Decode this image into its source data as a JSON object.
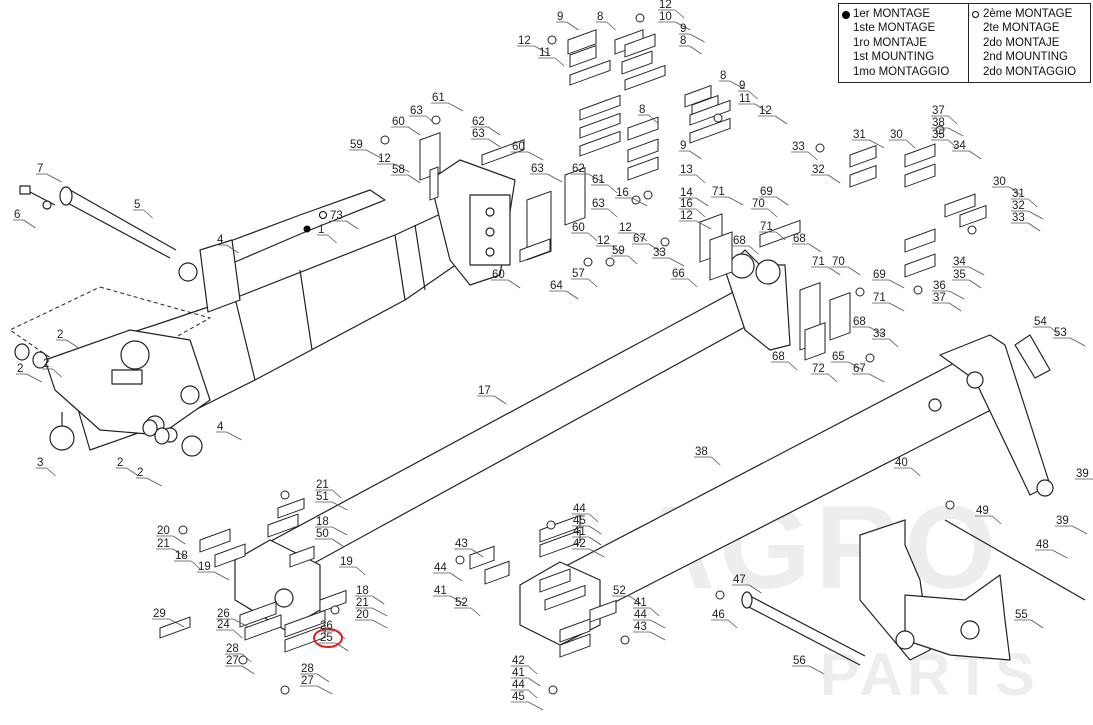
{
  "legend": {
    "first": [
      "1er MONTAGE",
      "1ste MONTAGE",
      "1ro MONTAJE",
      "1st MOUNTING",
      "1mo MONTAGGIO"
    ],
    "second": [
      "2ème MONTAGE",
      "2te MONTAGE",
      "2do MONTAJE",
      "2nd MOUNTING",
      "2do MONTAGGIO"
    ]
  },
  "watermark": {
    "line1": "AGRO",
    "line2": "PARTS"
  },
  "highlight_color": "#e02020",
  "highlighted_part": "25",
  "callouts": [
    {
      "id": "p1",
      "label": "1"
    },
    {
      "id": "p2a",
      "label": "2"
    },
    {
      "id": "p2b",
      "label": "2"
    },
    {
      "id": "p2c",
      "label": "2"
    },
    {
      "id": "p2d",
      "label": "2"
    },
    {
      "id": "p2e",
      "label": "2"
    },
    {
      "id": "p3",
      "label": "3"
    },
    {
      "id": "p4a",
      "label": "4"
    },
    {
      "id": "p4b",
      "label": "4"
    },
    {
      "id": "p5",
      "label": "5"
    },
    {
      "id": "p6",
      "label": "6"
    },
    {
      "id": "p7",
      "label": "7"
    },
    {
      "id": "p8a",
      "label": "8"
    },
    {
      "id": "p8b",
      "label": "8"
    },
    {
      "id": "p8c",
      "label": "8"
    },
    {
      "id": "p8d",
      "label": "8"
    },
    {
      "id": "p9a",
      "label": "9"
    },
    {
      "id": "p9b",
      "label": "9"
    },
    {
      "id": "p9c",
      "label": "9"
    },
    {
      "id": "p9d",
      "label": "9"
    },
    {
      "id": "p10",
      "label": "10"
    },
    {
      "id": "p11a",
      "label": "11"
    },
    {
      "id": "p11b",
      "label": "11"
    },
    {
      "id": "p12a",
      "label": "12"
    },
    {
      "id": "p12b",
      "label": "12"
    },
    {
      "id": "p12c",
      "label": "12"
    },
    {
      "id": "p12d",
      "label": "12"
    },
    {
      "id": "p12e",
      "label": "12"
    },
    {
      "id": "p12f",
      "label": "12"
    },
    {
      "id": "p12g",
      "label": "12"
    },
    {
      "id": "p13",
      "label": "13"
    },
    {
      "id": "p14",
      "label": "14"
    },
    {
      "id": "p16a",
      "label": "16"
    },
    {
      "id": "p16b",
      "label": "16"
    },
    {
      "id": "p17",
      "label": "17"
    },
    {
      "id": "p18a",
      "label": "18"
    },
    {
      "id": "p18b",
      "label": "18"
    },
    {
      "id": "p18c",
      "label": "18"
    },
    {
      "id": "p19a",
      "label": "19"
    },
    {
      "id": "p19b",
      "label": "19"
    },
    {
      "id": "p20a",
      "label": "20"
    },
    {
      "id": "p20b",
      "label": "20"
    },
    {
      "id": "p21a",
      "label": "21"
    },
    {
      "id": "p21b",
      "label": "21"
    },
    {
      "id": "p21c",
      "label": "21"
    },
    {
      "id": "p24",
      "label": "24"
    },
    {
      "id": "p25",
      "label": "25"
    },
    {
      "id": "p26a",
      "label": "26"
    },
    {
      "id": "p26b",
      "label": "26"
    },
    {
      "id": "p27a",
      "label": "27"
    },
    {
      "id": "p27b",
      "label": "27"
    },
    {
      "id": "p28a",
      "label": "28"
    },
    {
      "id": "p28b",
      "label": "28"
    },
    {
      "id": "p29",
      "label": "29"
    },
    {
      "id": "p30a",
      "label": "30"
    },
    {
      "id": "p30b",
      "label": "30"
    },
    {
      "id": "p31a",
      "label": "31"
    },
    {
      "id": "p31b",
      "label": "31"
    },
    {
      "id": "p32a",
      "label": "32"
    },
    {
      "id": "p32b",
      "label": "32"
    },
    {
      "id": "p33a",
      "label": "33"
    },
    {
      "id": "p33b",
      "label": "33"
    },
    {
      "id": "p33c",
      "label": "33"
    },
    {
      "id": "p33d",
      "label": "33"
    },
    {
      "id": "p34a",
      "label": "34"
    },
    {
      "id": "p34b",
      "label": "34"
    },
    {
      "id": "p35a",
      "label": "35"
    },
    {
      "id": "p35b",
      "label": "35"
    },
    {
      "id": "p36",
      "label": "36"
    },
    {
      "id": "p37a",
      "label": "37"
    },
    {
      "id": "p37b",
      "label": "37"
    },
    {
      "id": "p38a",
      "label": "38"
    },
    {
      "id": "p38b",
      "label": "38"
    },
    {
      "id": "p39a",
      "label": "39"
    },
    {
      "id": "p39b",
      "label": "39"
    },
    {
      "id": "p40",
      "label": "40"
    },
    {
      "id": "p41a",
      "label": "41"
    },
    {
      "id": "p41b",
      "label": "41"
    },
    {
      "id": "p41c",
      "label": "41"
    },
    {
      "id": "p41d",
      "label": "41"
    },
    {
      "id": "p42a",
      "label": "42"
    },
    {
      "id": "p42b",
      "label": "42"
    },
    {
      "id": "p43a",
      "label": "43"
    },
    {
      "id": "p43b",
      "label": "43"
    },
    {
      "id": "p44a",
      "label": "44"
    },
    {
      "id": "p44b",
      "label": "44"
    },
    {
      "id": "p44c",
      "label": "44"
    },
    {
      "id": "p44d",
      "label": "44"
    },
    {
      "id": "p45a",
      "label": "45"
    },
    {
      "id": "p45b",
      "label": "45"
    },
    {
      "id": "p46",
      "label": "46"
    },
    {
      "id": "p47",
      "label": "47"
    },
    {
      "id": "p48",
      "label": "48"
    },
    {
      "id": "p49",
      "label": "49"
    },
    {
      "id": "p50",
      "label": "50"
    },
    {
      "id": "p51",
      "label": "51"
    },
    {
      "id": "p52a",
      "label": "52"
    },
    {
      "id": "p52b",
      "label": "52"
    },
    {
      "id": "p53",
      "label": "53"
    },
    {
      "id": "p54",
      "label": "54"
    },
    {
      "id": "p55",
      "label": "55"
    },
    {
      "id": "p56",
      "label": "56"
    },
    {
      "id": "p57",
      "label": "57"
    },
    {
      "id": "p58",
      "label": "58"
    },
    {
      "id": "p59a",
      "label": "59"
    },
    {
      "id": "p59b",
      "label": "59"
    },
    {
      "id": "p60a",
      "label": "60"
    },
    {
      "id": "p60b",
      "label": "60"
    },
    {
      "id": "p60c",
      "label": "60"
    },
    {
      "id": "p60d",
      "label": "60"
    },
    {
      "id": "p61a",
      "label": "61"
    },
    {
      "id": "p61b",
      "label": "61"
    },
    {
      "id": "p62a",
      "label": "62"
    },
    {
      "id": "p62b",
      "label": "62"
    },
    {
      "id": "p63a",
      "label": "63"
    },
    {
      "id": "p63b",
      "label": "63"
    },
    {
      "id": "p63c",
      "label": "63"
    },
    {
      "id": "p63d",
      "label": "63"
    },
    {
      "id": "p64",
      "label": "64"
    },
    {
      "id": "p65",
      "label": "65"
    },
    {
      "id": "p66",
      "label": "66"
    },
    {
      "id": "p67a",
      "label": "67"
    },
    {
      "id": "p67b",
      "label": "67"
    },
    {
      "id": "p68a",
      "label": "68"
    },
    {
      "id": "p68b",
      "label": "68"
    },
    {
      "id": "p68c",
      "label": "68"
    },
    {
      "id": "p68d",
      "label": "68"
    },
    {
      "id": "p69a",
      "label": "69"
    },
    {
      "id": "p69b",
      "label": "69"
    },
    {
      "id": "p70a",
      "label": "70"
    },
    {
      "id": "p70b",
      "label": "70"
    },
    {
      "id": "p71a",
      "label": "71"
    },
    {
      "id": "p71b",
      "label": "71"
    },
    {
      "id": "p71c",
      "label": "71"
    },
    {
      "id": "p71d",
      "label": "71"
    },
    {
      "id": "p72",
      "label": "72"
    },
    {
      "id": "p73",
      "label": "73"
    }
  ]
}
